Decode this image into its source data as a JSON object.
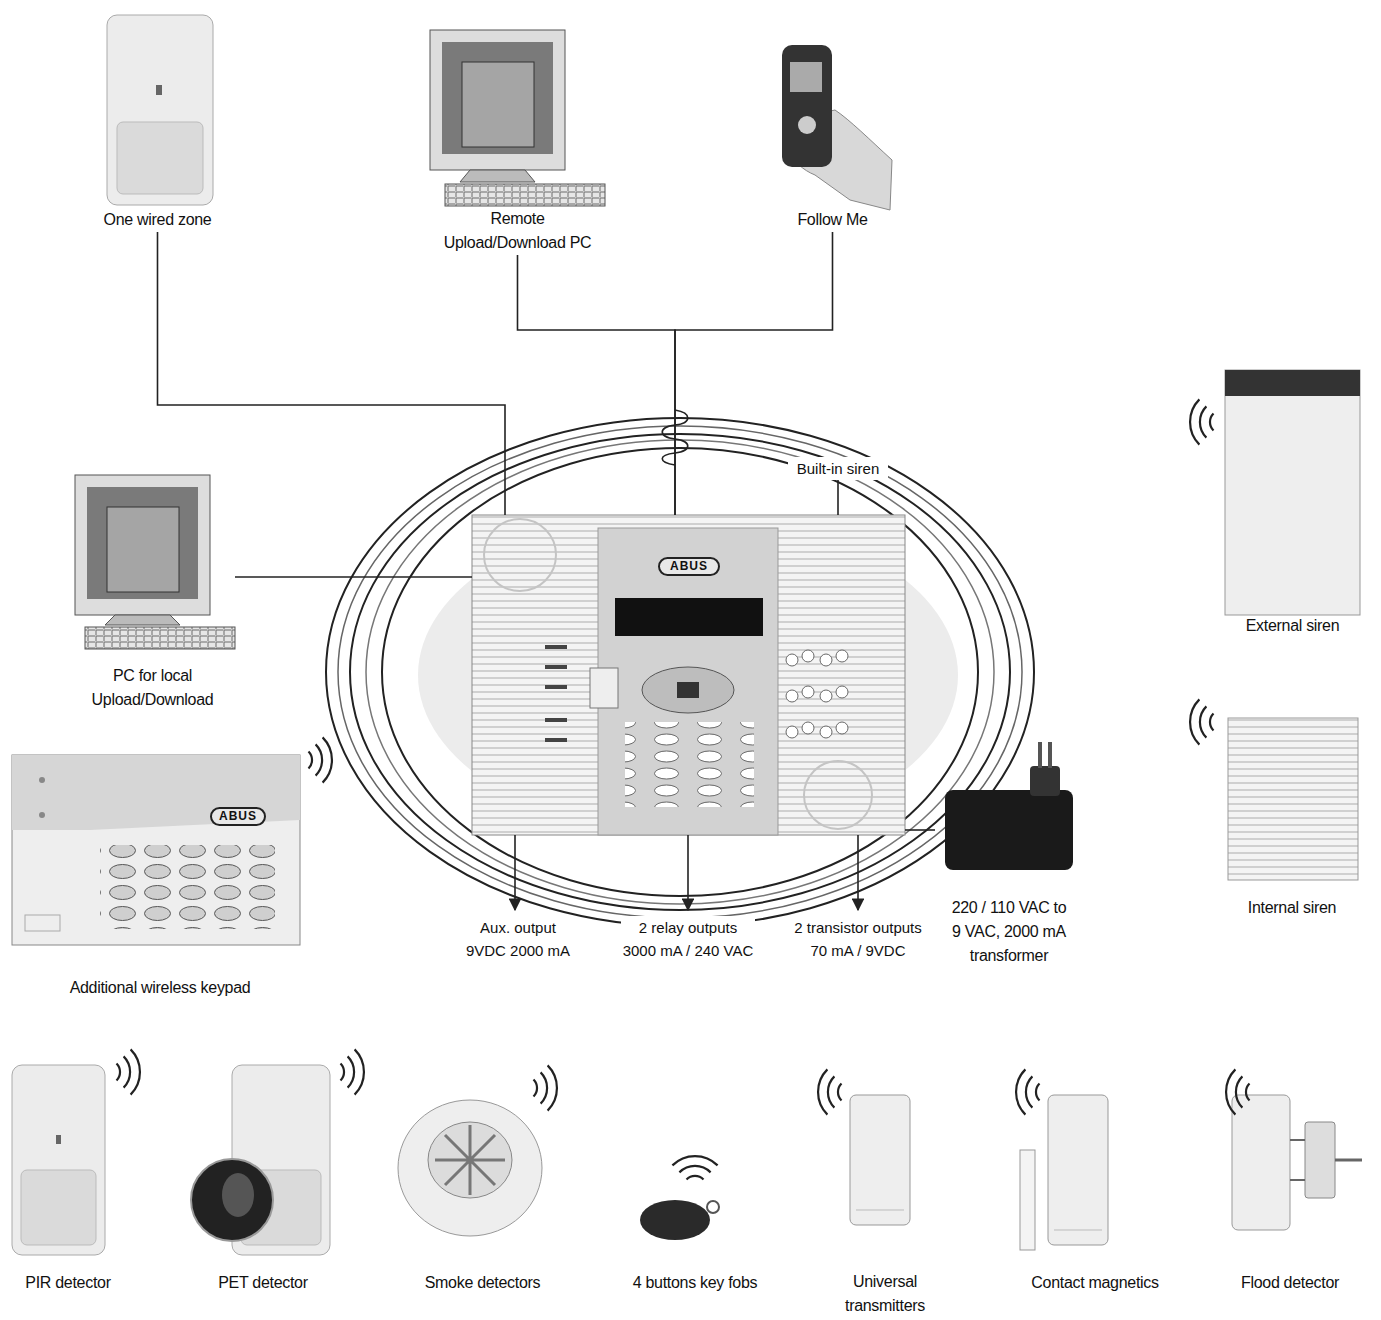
{
  "diagram": {
    "nodes": [
      {
        "text": [
          "One wired zone"
        ]
      },
      {
        "text": [
          "Remote Upload/Download PC"
        ]
      },
      {
        "text": [
          "Follow Me"
        ]
      },
      {
        "text": [
          "External siren"
        ]
      },
      {
        "text": [
          "PC for local Upload/Download"
        ]
      },
      {
        "text": [
          "ABUS"
        ]
      },
      {
        "text": [
          "Internal siren"
        ]
      },
      {
        "text": [
          "ABUS",
          "Additional wireless keypad"
        ]
      },
      {
        "text": [
          "220 / 110 VAC to 9 VAC, 2000 mA transformer"
        ]
      },
      {
        "text": [
          "PIR detector"
        ]
      },
      {
        "text": [
          "PET detector"
        ]
      },
      {
        "text": [
          "Smoke detectors"
        ]
      },
      {
        "text": [
          "4 buttons key fobs"
        ]
      },
      {
        "text": [
          "Universal transmitters"
        ]
      },
      {
        "text": [
          "Contact magnetics"
        ]
      },
      {
        "text": [
          "Flood detector"
        ]
      }
    ],
    "edges": [
      {
        "from": 0,
        "to": 5,
        "arrow": "none"
      },
      {
        "from": 1,
        "to": 5,
        "arrow": "none"
      },
      {
        "from": 2,
        "to": 5,
        "arrow": "none"
      },
      {
        "from": 4,
        "to": 5,
        "arrow": "none"
      },
      {
        "from": 8,
        "to": 5,
        "arrow": "none"
      }
    ],
    "labels": [
      "Built-in siren",
      "Aux. output 9VDC 2000 mA",
      "2 relay outputs 3000 mA / 240 VAC",
      "2 transistor outputs 70 mA / 9VDC"
    ]
  }
}
